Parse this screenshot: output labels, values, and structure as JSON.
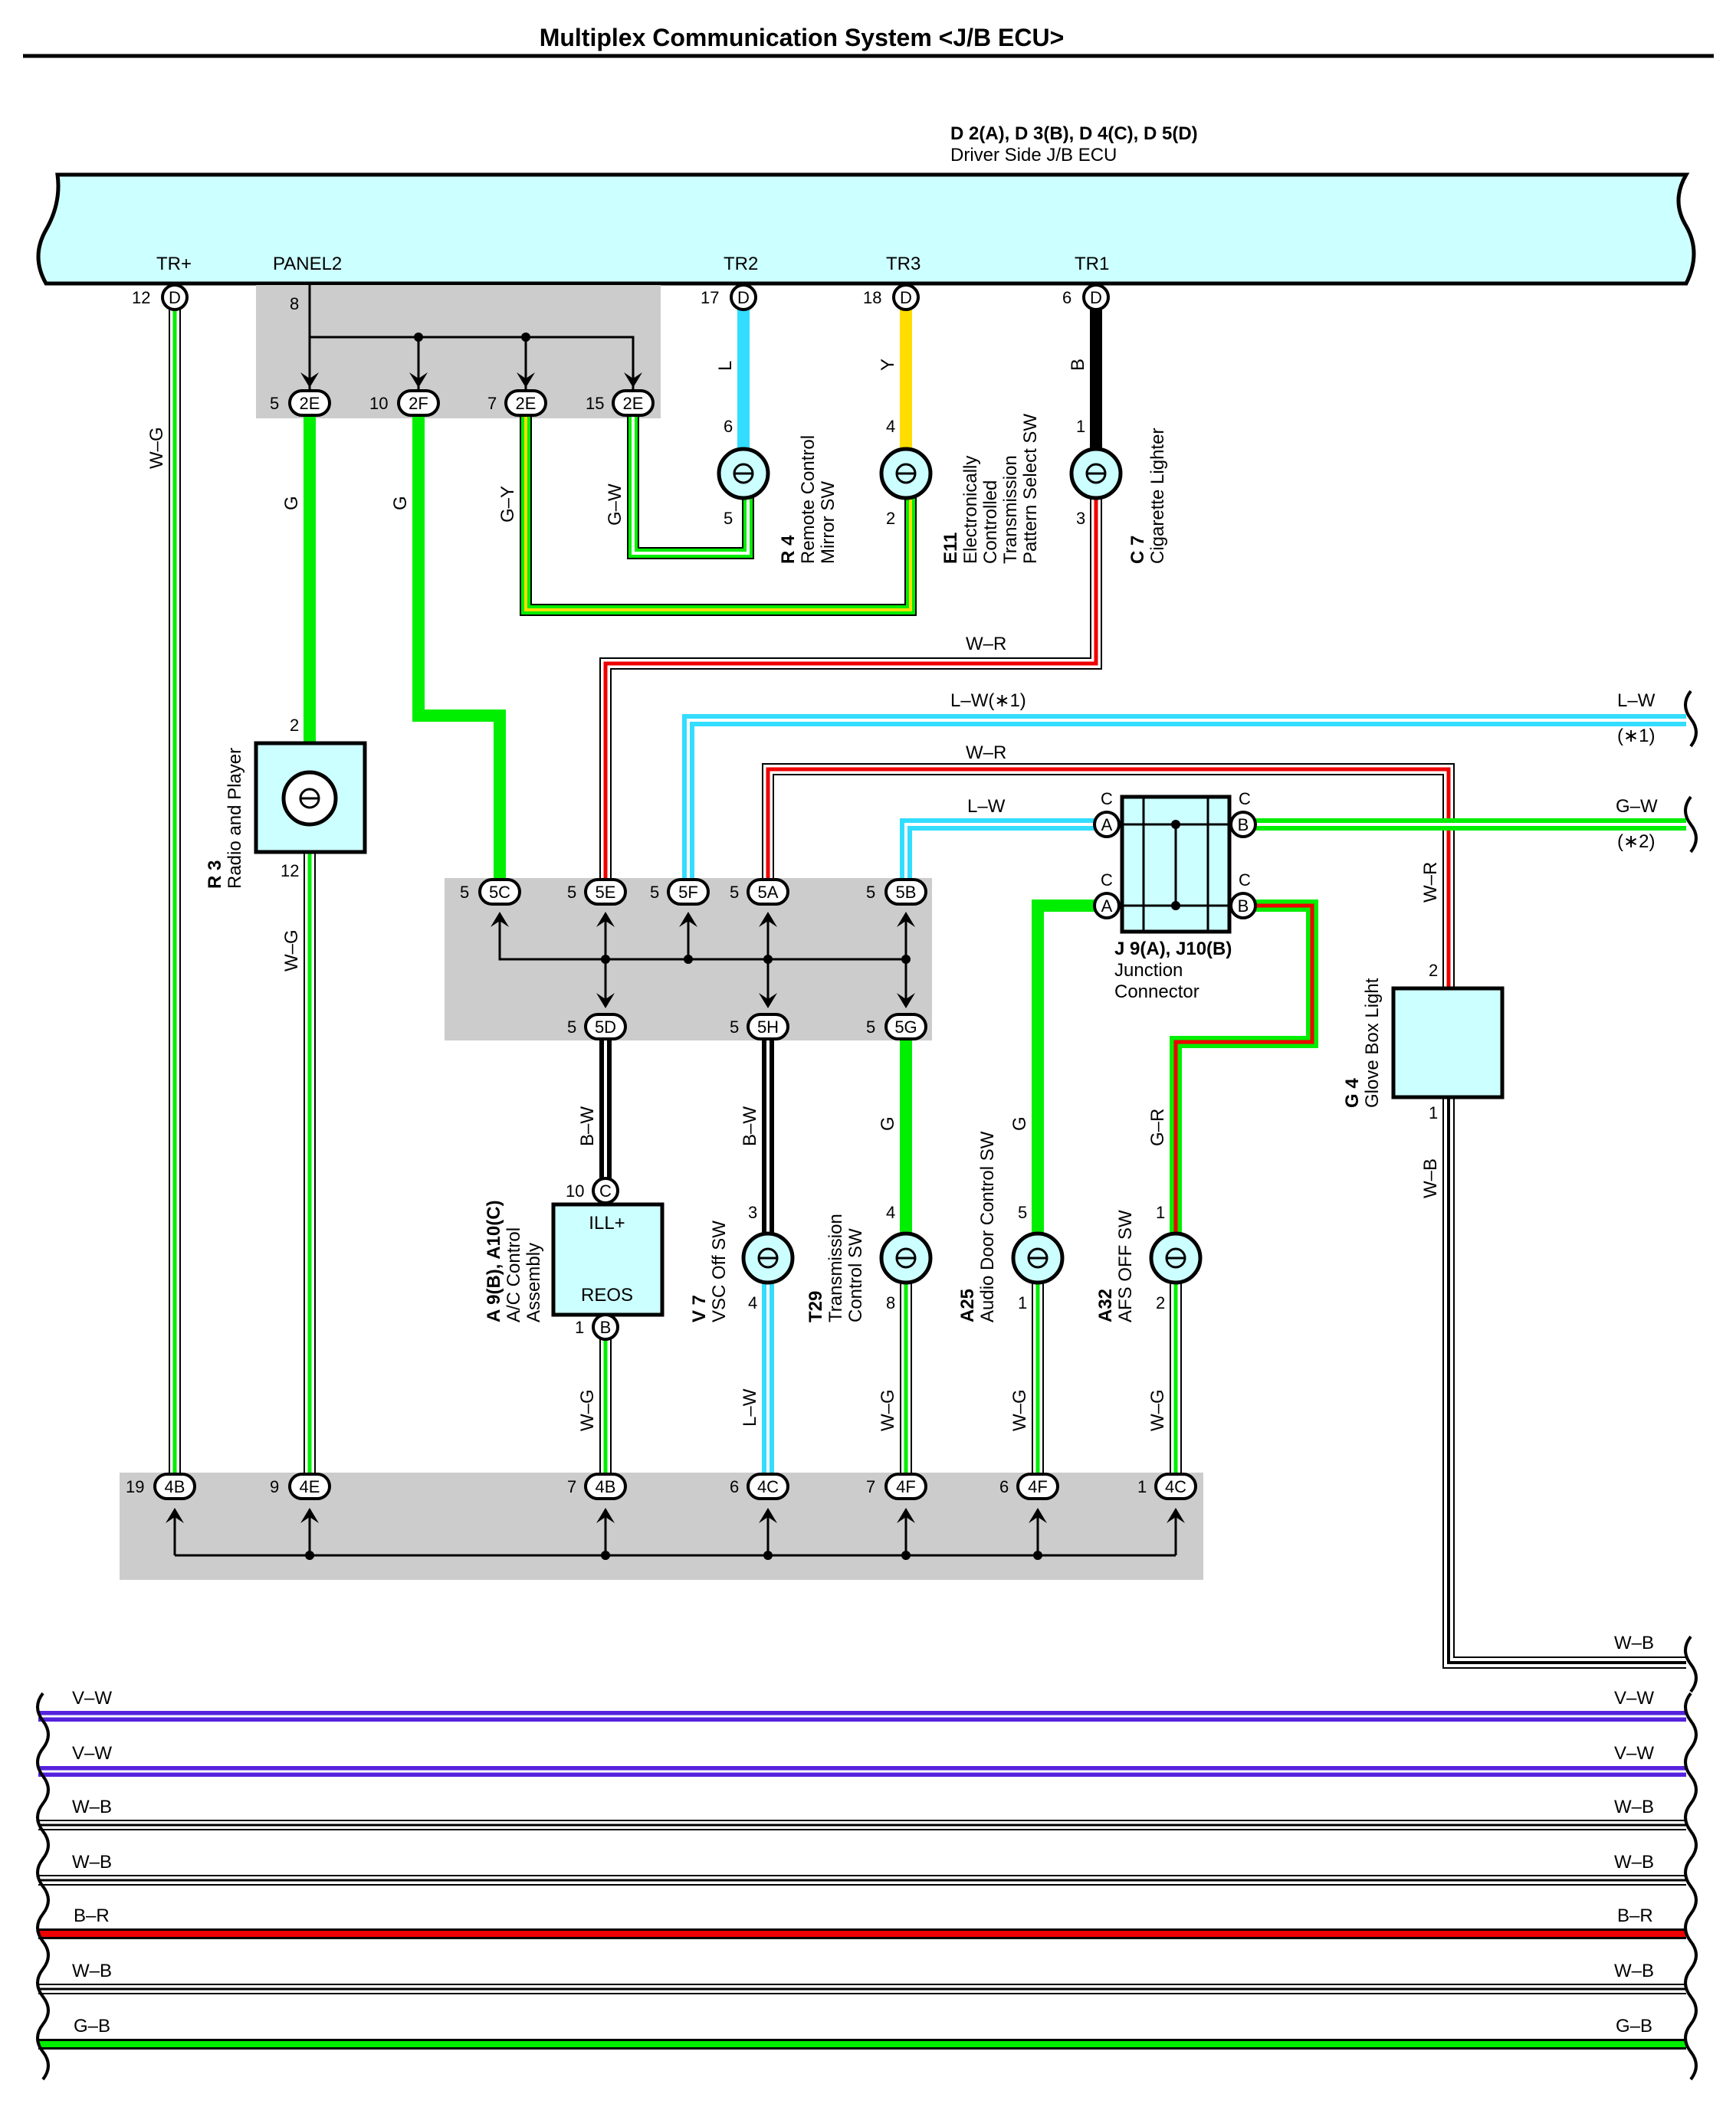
{
  "title": "Multiplex Communication System <J/B ECU>",
  "ecu": {
    "code": "D 2(A), D 3(B), D 4(C), D 5(D)",
    "name": "Driver Side J/B ECU",
    "terminals": [
      "TR+",
      "PANEL2",
      "TR2",
      "TR3",
      "TR1"
    ]
  },
  "components": {
    "r4": {
      "code": "R 4",
      "lines": [
        "Remote Control",
        "Mirror SW"
      ]
    },
    "e11": {
      "code": "E11",
      "lines": [
        "Electronically",
        "Controlled",
        "Transmission",
        "Pattern Select SW"
      ]
    },
    "c7": {
      "code": "C 7",
      "lines": [
        "Cigarette Lighter"
      ]
    },
    "r3": {
      "code": "R 3",
      "lines": [
        "Radio and Player"
      ]
    },
    "j9": {
      "code": "J 9(A), J10(B)",
      "lines": [
        "Junction",
        "Connector"
      ]
    },
    "g4": {
      "code": "G 4",
      "lines": [
        "Glove Box Light"
      ]
    },
    "a9": {
      "code": "A 9(B), A10(C)",
      "lines": [
        "A/C Control",
        "Assembly"
      ],
      "ill": "ILL+",
      "reos": "REOS"
    },
    "v7": {
      "code": "V 7",
      "lines": [
        "VSC Off SW"
      ]
    },
    "t29": {
      "code": "T29",
      "lines": [
        "Transmission",
        "Control SW"
      ]
    },
    "a25": {
      "code": "A25",
      "lines": [
        "Audio Door Control SW"
      ]
    },
    "a32": {
      "code": "A32",
      "lines": [
        "AFS OFF SW"
      ]
    }
  },
  "wire_colors": {
    "W-G": "W–G",
    "G": "G",
    "G-Y": "G–Y",
    "G-W": "G–W",
    "L": "L",
    "Y": "Y",
    "B": "B",
    "W-R": "W–R",
    "L-W": "L–W",
    "L-W1": "L–W(∗1)",
    "B-W": "B–W",
    "G-R": "G–R",
    "W-B": "W–B",
    "V-W": "V–W",
    "B-R": "B–R",
    "G-B": "G–B",
    "note1": "(∗1)",
    "note2": "(∗2)"
  },
  "pins": {
    "n12": "12",
    "n8": "8",
    "n17": "17",
    "n18": "18",
    "n6": "6",
    "n5": "5",
    "n10": "10",
    "n7": "7",
    "n15": "15",
    "n4": "4",
    "n1": "1",
    "n2": "2",
    "n3": "3",
    "n9": "9",
    "n19": "19"
  },
  "connectors": {
    "D": "D",
    "c2E": "2E",
    "c2F": "2F",
    "c5C": "5C",
    "c5E": "5E",
    "c5F": "5F",
    "c5A": "5A",
    "c5B": "5B",
    "c5D": "5D",
    "c5H": "5H",
    "c5G": "5G",
    "c4B": "4B",
    "c4E": "4E",
    "c4C": "4C",
    "c4F": "4F",
    "A": "A",
    "B": "B",
    "C": "C"
  },
  "colors": {
    "ecu_fill": "#ccffff",
    "junction_gray": "#cccccc",
    "green": "#00ee00",
    "cyan": "#33ddff",
    "yellow": "#ffdd00",
    "red": "#ee0000",
    "violet": "#5522dd",
    "black": "#000000"
  }
}
